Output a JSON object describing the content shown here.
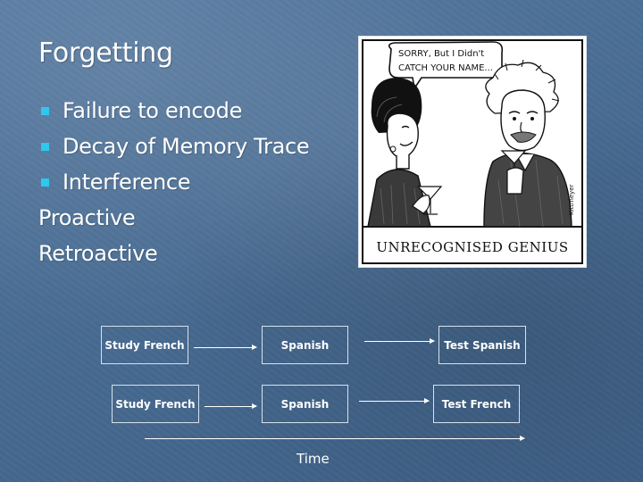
{
  "slide": {
    "title": "Forgetting",
    "bullets": [
      "Failure to encode",
      "Decay of Memory Trace",
      "Interference"
    ],
    "subitems": [
      "Proactive",
      "Retroactive"
    ],
    "bullet_color": "#2ec8ee"
  },
  "cartoon": {
    "speech": [
      "SORRY, But I Didn't",
      "CATCH YOUR NAME..."
    ],
    "caption": "UNRECOGNISED GENIUS",
    "signature": "Kittmeyer"
  },
  "diagram": {
    "row1": [
      "Study French",
      "Spanish",
      "Test Spanish"
    ],
    "row2": [
      "Study French",
      "Spanish",
      "Test French"
    ],
    "time_label": "Time"
  }
}
